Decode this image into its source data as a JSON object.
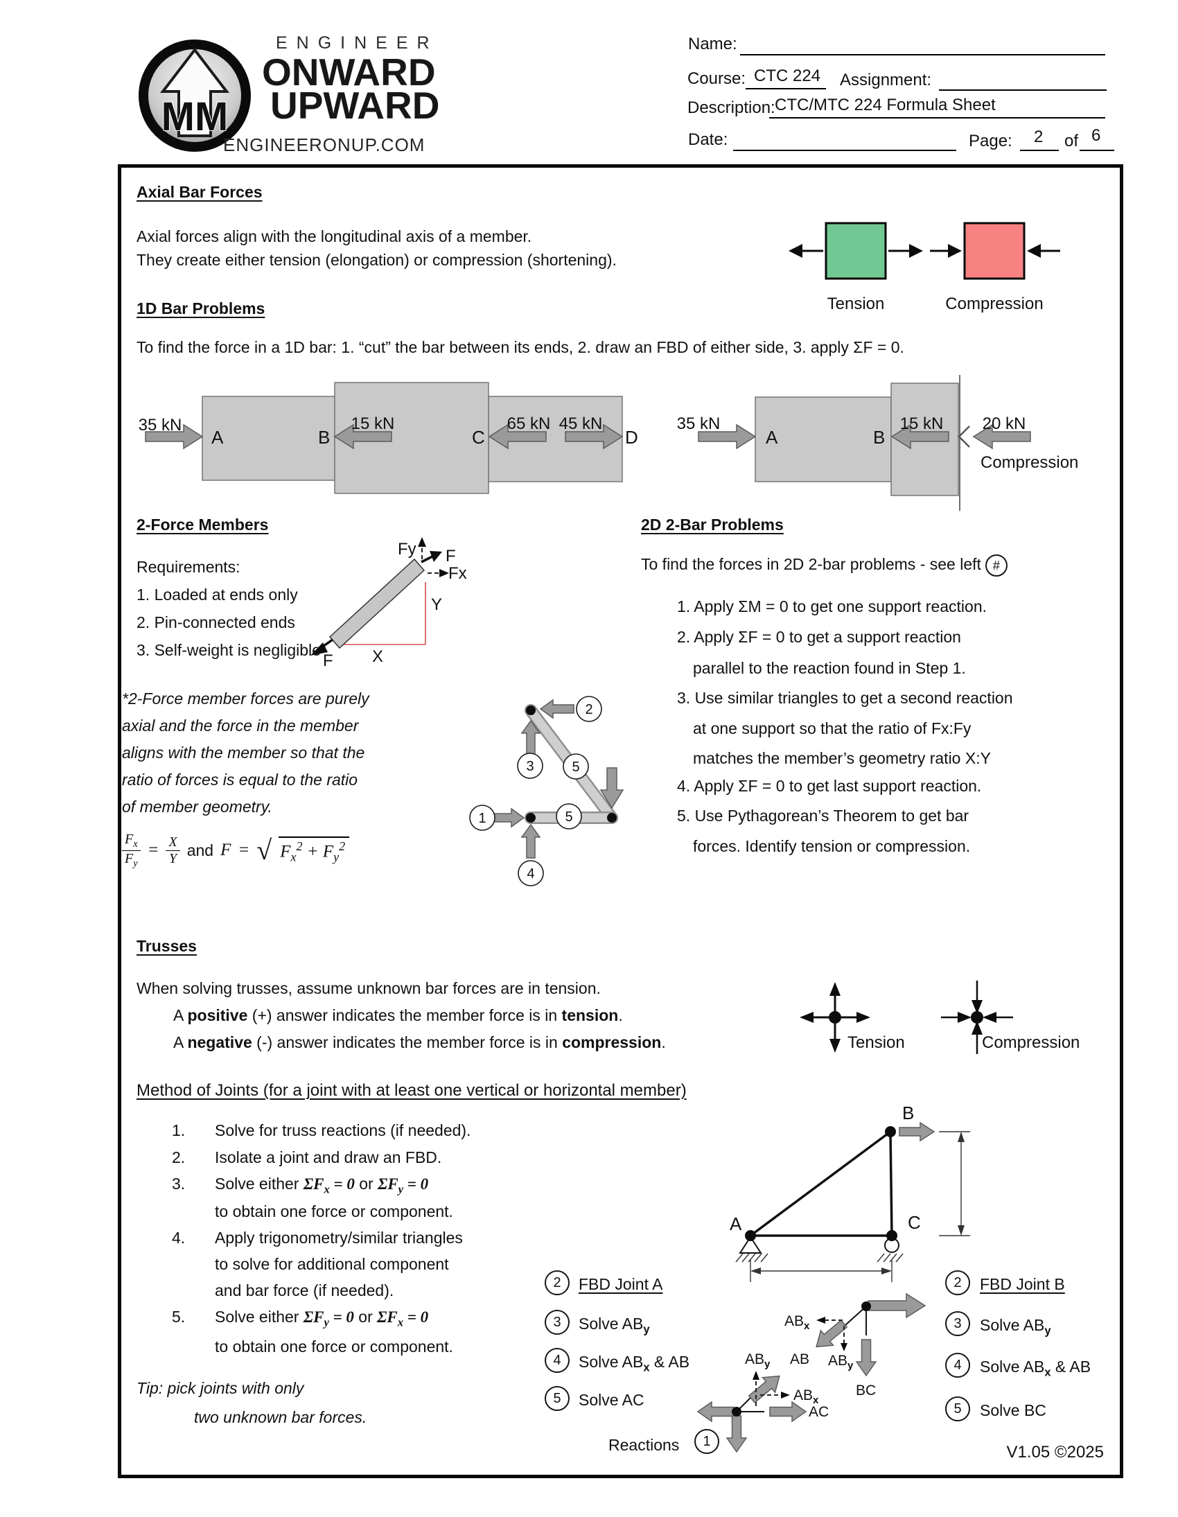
{
  "header": {
    "brand_eyebrow": "ENGINEER",
    "brand_line1": "ONWARD",
    "brand_line2": "UPWARD",
    "monogram": "MM",
    "website": "ENGINEERONUP.COM",
    "name_label": "Name:",
    "course_label": "Course:",
    "course_value": "CTC 224",
    "assignment_label": "Assignment:",
    "description_label": "Description:",
    "description_value": "CTC/MTC 224 Formula Sheet",
    "date_label": "Date:",
    "page_label": "Page:",
    "page_number": "2",
    "of_label": "of",
    "total_pages": "6"
  },
  "axial": {
    "heading": "Axial Bar Forces",
    "line1": "Axial forces align with the longitudinal axis of a member.",
    "line2": "They create either tension (elongation) or compression (shortening).",
    "tension_label": "Tension",
    "compression_label": "Compression",
    "tension_color": "#72C893",
    "compression_color": "#F88282"
  },
  "bar1d": {
    "heading": "1D Bar Problems",
    "intro": "To find the force in a 1D bar: 1. “cut” the bar between its ends, 2. draw an FBD of either side, 3. apply ΣF = 0.",
    "left": {
      "f1": "35 kN",
      "f2": "15 kN",
      "f3": "65 kN",
      "f4": "45 kN",
      "na": "A",
      "nb": "B",
      "nc": "C",
      "nd": "D"
    },
    "right": {
      "f1": "35 kN",
      "f2": "15 kN",
      "f3": "20 kN",
      "na": "A",
      "nb": "B",
      "result": "Compression"
    }
  },
  "two_force": {
    "heading": "2-Force Members",
    "requirements_title": "Requirements:",
    "req1": "1. Loaded at ends only",
    "req2": "2. Pin-connected ends",
    "req3": "3. Self-weight is negligible",
    "note1": "*2-Force member forces are purely",
    "note2": "axial and the force in the member",
    "note3": "aligns with the member so that the",
    "note4": "ratio of forces is equal to the ratio",
    "note5": "of member geometry.",
    "diagram": {
      "fy": "Fy",
      "fx": "Fx",
      "f_top": "F",
      "f_bottom": "F",
      "x": "X",
      "y": "Y"
    },
    "formula": {
      "F": "F",
      "x": "x",
      "y": "y",
      "X": "X",
      "Y": "Y",
      "eq": "=",
      "and_word": "and",
      "sqrt_sign": "√",
      "plus": "+",
      "sq": "2"
    }
  },
  "two_bar": {
    "heading": "2D 2-Bar Problems",
    "intro": "To find the forces in 2D 2-bar problems - see left",
    "intro_badge": "#",
    "steps": [
      {
        "lines": [
          "1. Apply ΣM = 0 to get one support reaction."
        ]
      },
      {
        "lines": [
          "2. Apply ΣF = 0 to get a support reaction",
          "parallel to the reaction found in Step 1."
        ]
      },
      {
        "lines": [
          "3. Use similar triangles to get a second reaction",
          "at one support so that the ratio of Fx:Fy",
          "matches the member’s geometry ratio X:Y"
        ]
      },
      {
        "lines": [
          "4. Apply ΣF = 0 to get last support reaction."
        ]
      },
      {
        "lines": [
          "5. Use Pythagorean’s Theorem to get bar",
          "forces. Identify tension or compression."
        ]
      }
    ],
    "badges": {
      "b1": "1",
      "b2": "2",
      "b3": "3",
      "b4": "4",
      "b5": "5"
    }
  },
  "trusses": {
    "heading": "Trusses",
    "intro": "When solving trusses, assume unknown bar forces are in tension.",
    "positive": {
      "pre": "A ",
      "bold1": "positive",
      "mid": " (+) answer indicates the member force is in ",
      "bold2": "tension",
      "post": "."
    },
    "negative": {
      "pre": "A ",
      "bold1": "negative",
      "mid": " (-) answer indicates the member force is in ",
      "bold2": "compression",
      "post": "."
    },
    "tension_label": "Tension",
    "compression_label": "Compression"
  },
  "moj": {
    "heading": "Method of Joints (for a joint with at least one vertical or horizontal member)",
    "n1": "1.",
    "s1": "Solve for truss reactions (if needed).",
    "n2": "2.",
    "s2": "Isolate a joint and draw an FBD.",
    "n3": "3.",
    "math": {
      "pre": "Solve either ",
      "sigma_f": "ΣF",
      "x": "x",
      "y": "y",
      "eq_zero": " = 0",
      "or_word": " or "
    },
    "s3b": "to obtain one force or component.",
    "n4": "4.",
    "s4a": "Apply trigonometry/similar triangles",
    "s4b": "to solve for additional component",
    "s4c": "and bar force (if needed).",
    "n5": "5.",
    "s5b": "to obtain one force or component.",
    "tip1": "Tip: pick joints with only",
    "tip2": "two unknown bar forces.",
    "truss": {
      "a": "A",
      "b": "B",
      "c": "C"
    }
  },
  "fbd": {
    "badges": {
      "n1": "1",
      "n2": "2",
      "n3": "3",
      "n4": "4",
      "n5": "5"
    },
    "tokens": {
      "solve": "Solve ",
      "ab": "AB",
      "ac": "AC",
      "bc": "BC",
      "x": "x",
      "y": "y",
      "amp": " & ",
      "fbd_a": "FBD Joint A",
      "fbd_b": "FBD Joint B",
      "reactions": "Reactions"
    }
  },
  "footer": {
    "version": "V1.05 ©2025"
  }
}
